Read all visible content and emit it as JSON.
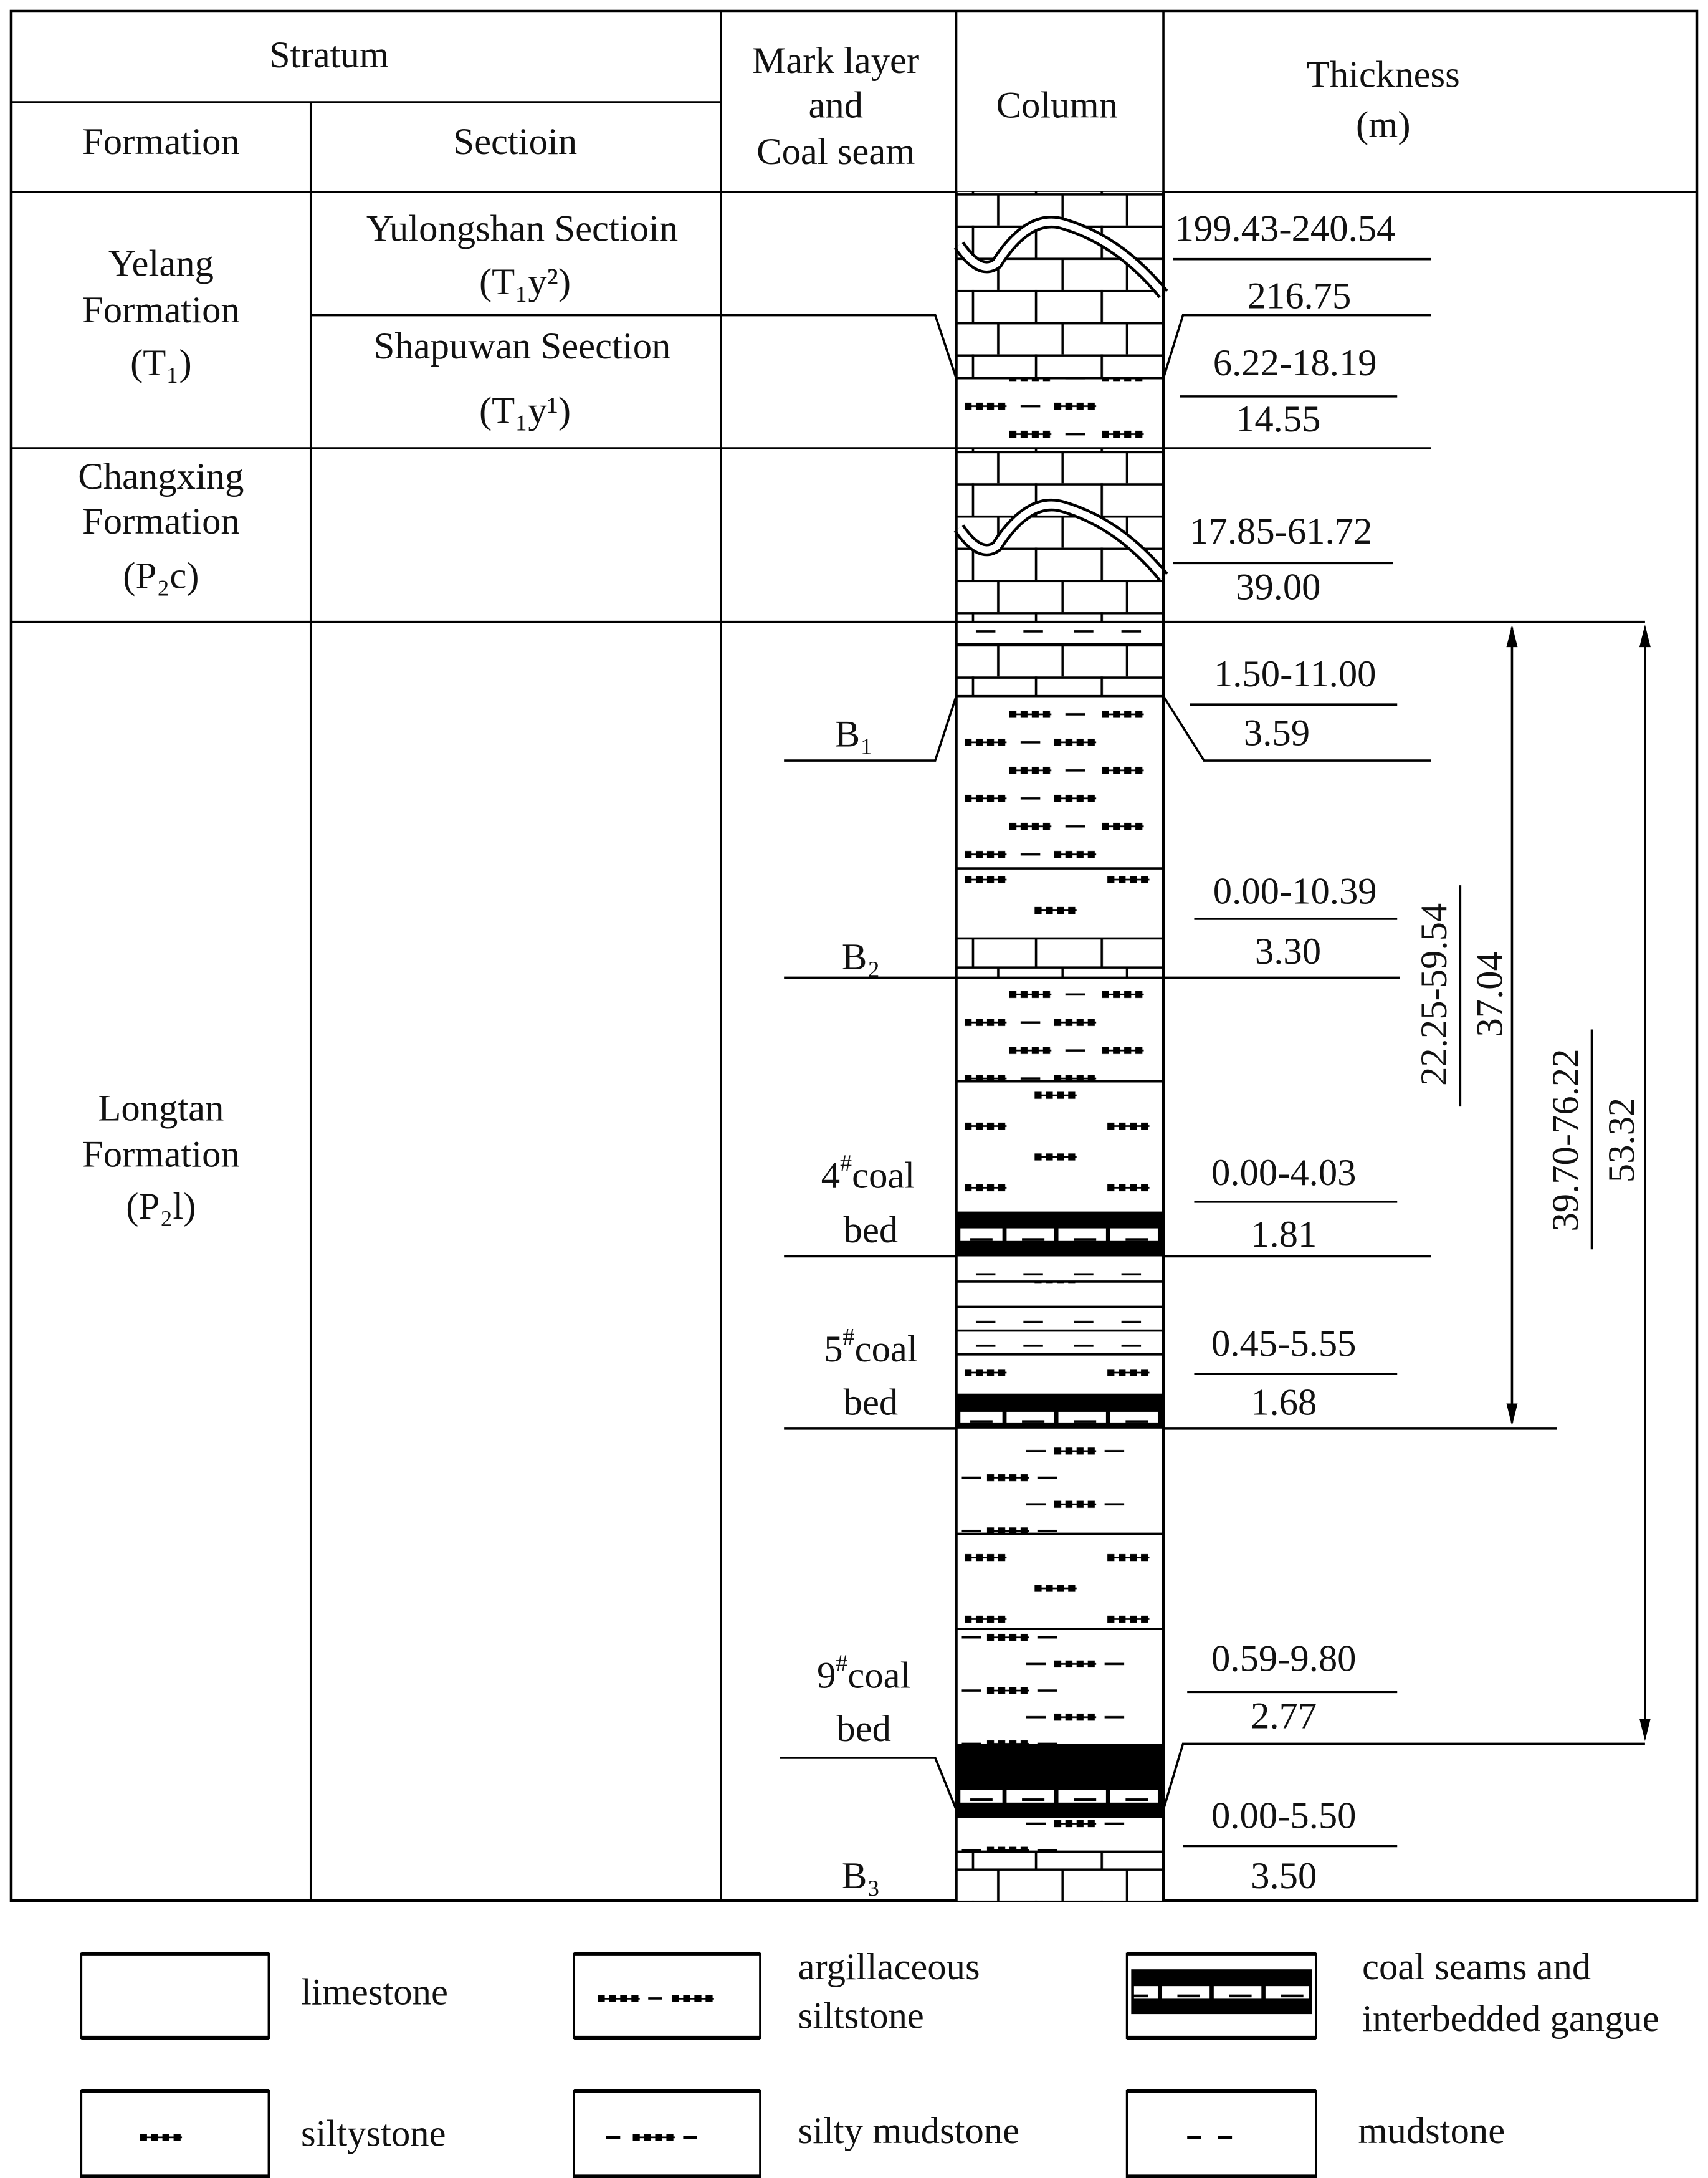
{
  "header": {
    "stratum": "Stratum",
    "formation": "Formation",
    "section": "Sectioin",
    "mark_line1": "Mark layer",
    "mark_line2": "and",
    "mark_line3": "Coal seam",
    "column": "Column",
    "thickness_line1": "Thickness",
    "thickness_line2": "(m)"
  },
  "formations": [
    {
      "line1": "Yelang",
      "line2": "Formation",
      "line3": "(T₁)"
    },
    {
      "line1": "Changxing",
      "line2": "Formation",
      "line3": "(P₂c)"
    },
    {
      "line1": "Longtan",
      "line2": "Formation",
      "line3": "(P₂l)"
    }
  ],
  "sections": [
    {
      "name": "Yulongshan Sectioin",
      "code": "(T₁y²)"
    },
    {
      "name": "Shapuwan Seection",
      "code": "(T₁y¹)"
    }
  ],
  "marks": [
    {
      "label": "B₁"
    },
    {
      "label": "B₂"
    },
    {
      "num": "4",
      "sup": "#",
      "rest": "coal",
      "line2": "bed"
    },
    {
      "num": "5",
      "sup": "#",
      "rest": "coal",
      "line2": "bed"
    },
    {
      "num": "9",
      "sup": "#",
      "rest": "coal",
      "line2": "bed"
    },
    {
      "label": "B₃"
    }
  ],
  "thickness": [
    {
      "range": "199.43-240.54",
      "avg": "216.75"
    },
    {
      "range": "6.22-18.19",
      "avg": "14.55"
    },
    {
      "range": "17.85-61.72",
      "avg": "39.00"
    },
    {
      "range": "1.50-11.00",
      "avg": "3.59"
    },
    {
      "range": "0.00-10.39",
      "avg": "3.30"
    },
    {
      "range": "0.00-4.03",
      "avg": "1.81"
    },
    {
      "range": "0.45-5.55",
      "avg": "1.68"
    },
    {
      "range": "0.59-9.80",
      "avg": "2.77"
    },
    {
      "range": "0.00-5.50",
      "avg": "3.50"
    }
  ],
  "intervals": [
    {
      "range": "22.25-59.54",
      "avg": "37.04"
    },
    {
      "range": "39.70-76.22",
      "avg": "53.32"
    }
  ],
  "legend": [
    {
      "pattern": "limestone",
      "line1": "limestone",
      "line2": ""
    },
    {
      "pattern": "argillaceous-siltstone",
      "line1": "argillaceous",
      "line2": "siltstone"
    },
    {
      "pattern": "coal",
      "line1": "coal seams and",
      "line2": "interbedded gangue"
    },
    {
      "pattern": "siltstone",
      "line1": "siltystone",
      "line2": ""
    },
    {
      "pattern": "silty-mudstone",
      "line1": "silty mudstone",
      "line2": ""
    },
    {
      "pattern": "mudstone",
      "line1": "mudstone",
      "line2": ""
    }
  ]
}
